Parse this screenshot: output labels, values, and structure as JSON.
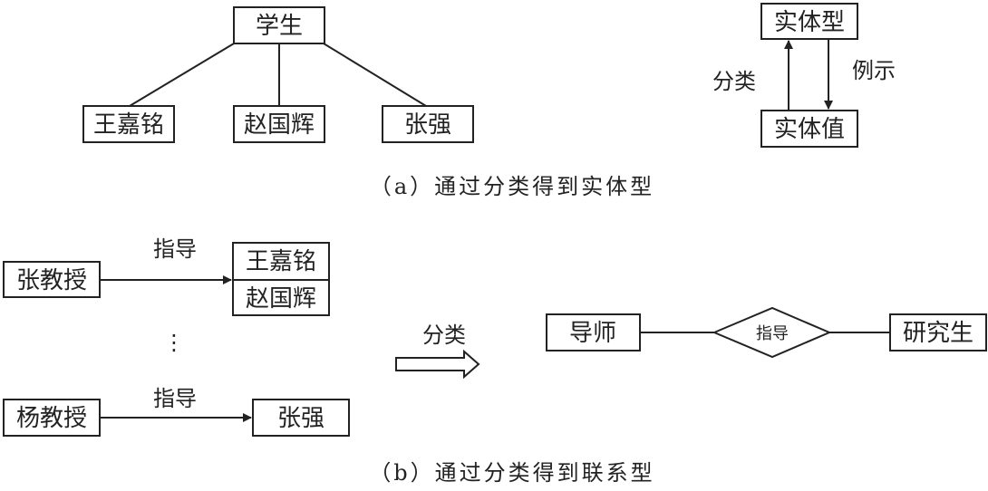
{
  "part_a": {
    "tree": {
      "root": "学生",
      "children": [
        "王嘉铭",
        "赵国辉",
        "张强"
      ]
    },
    "concept": {
      "top": "实体型",
      "bottom": "实体值",
      "up_label": "分类",
      "down_label": "例示"
    },
    "caption": "（a）通过分类得到实体型"
  },
  "part_b": {
    "instances": [
      {
        "teacher": "张教授",
        "relation": "指导",
        "students": [
          "王嘉铭",
          "赵国辉"
        ]
      },
      {
        "teacher": "杨教授",
        "relation": "指导",
        "students": [
          "张强"
        ]
      }
    ],
    "ellipsis": "⋮",
    "arrow_label": "分类",
    "er": {
      "entity_left": "导师",
      "relationship": "指导",
      "entity_right": "研究生"
    },
    "caption": "（b）通过分类得到联系型"
  }
}
